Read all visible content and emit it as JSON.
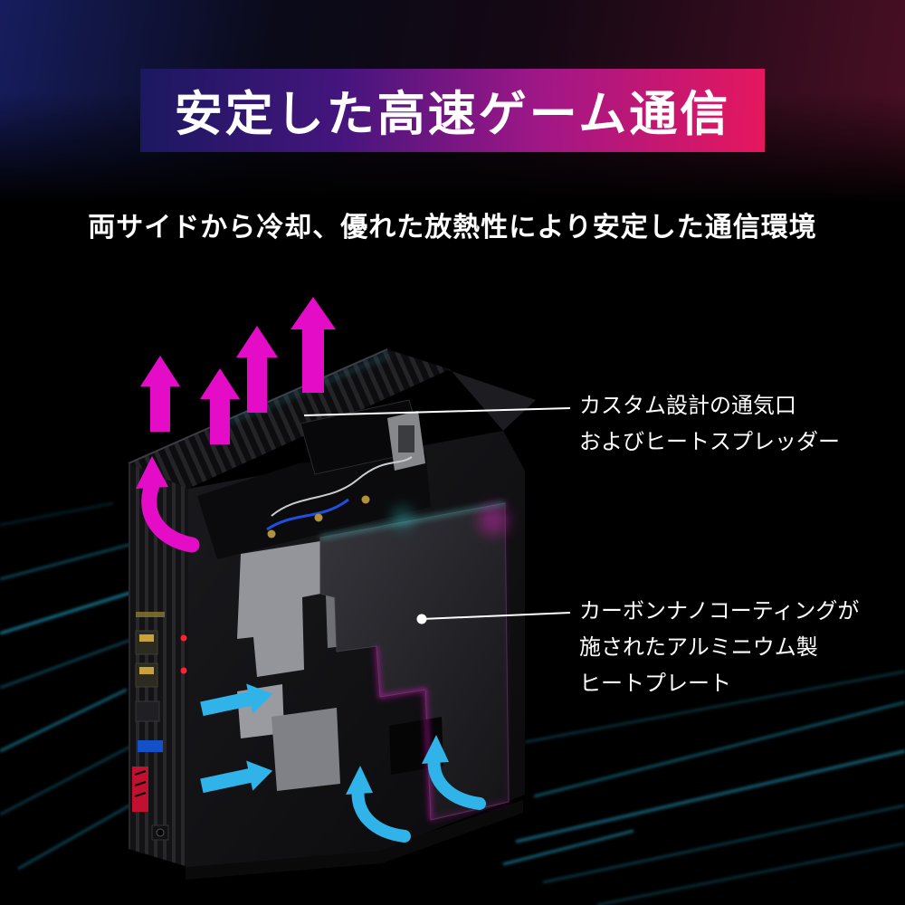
{
  "banner": {
    "title": "安定した高速ゲーム通信"
  },
  "subtitle": "両サイドから冷却、優れた放熱性により安定した通信環境",
  "callouts": {
    "vent": {
      "line1": "カスタム設計の通気口",
      "line2": "およびヒートスプレッダー"
    },
    "heatplate": {
      "line1": "カーボンナノコーティングが",
      "line2": "施されたアルミニウム製",
      "line3": "ヒートプレート"
    }
  },
  "icons": {
    "heat_exhaust": "up-arrow-icon",
    "air_intake": "right-arrow-icon",
    "air_swirl": "curved-arrow-icon"
  },
  "colors": {
    "background": "#000000",
    "heat_arrow_magenta": "#e50cc8",
    "cool_arrow_cyan": "#2fb3e8",
    "banner_blue": "#1b1860",
    "banner_purple": "#a01787",
    "banner_red": "#e6175e",
    "callout_text": "#ffffff",
    "heatplate_glow_magenta": "#e318c8",
    "heatplate_glow_cyan": "#5fe0e0"
  }
}
